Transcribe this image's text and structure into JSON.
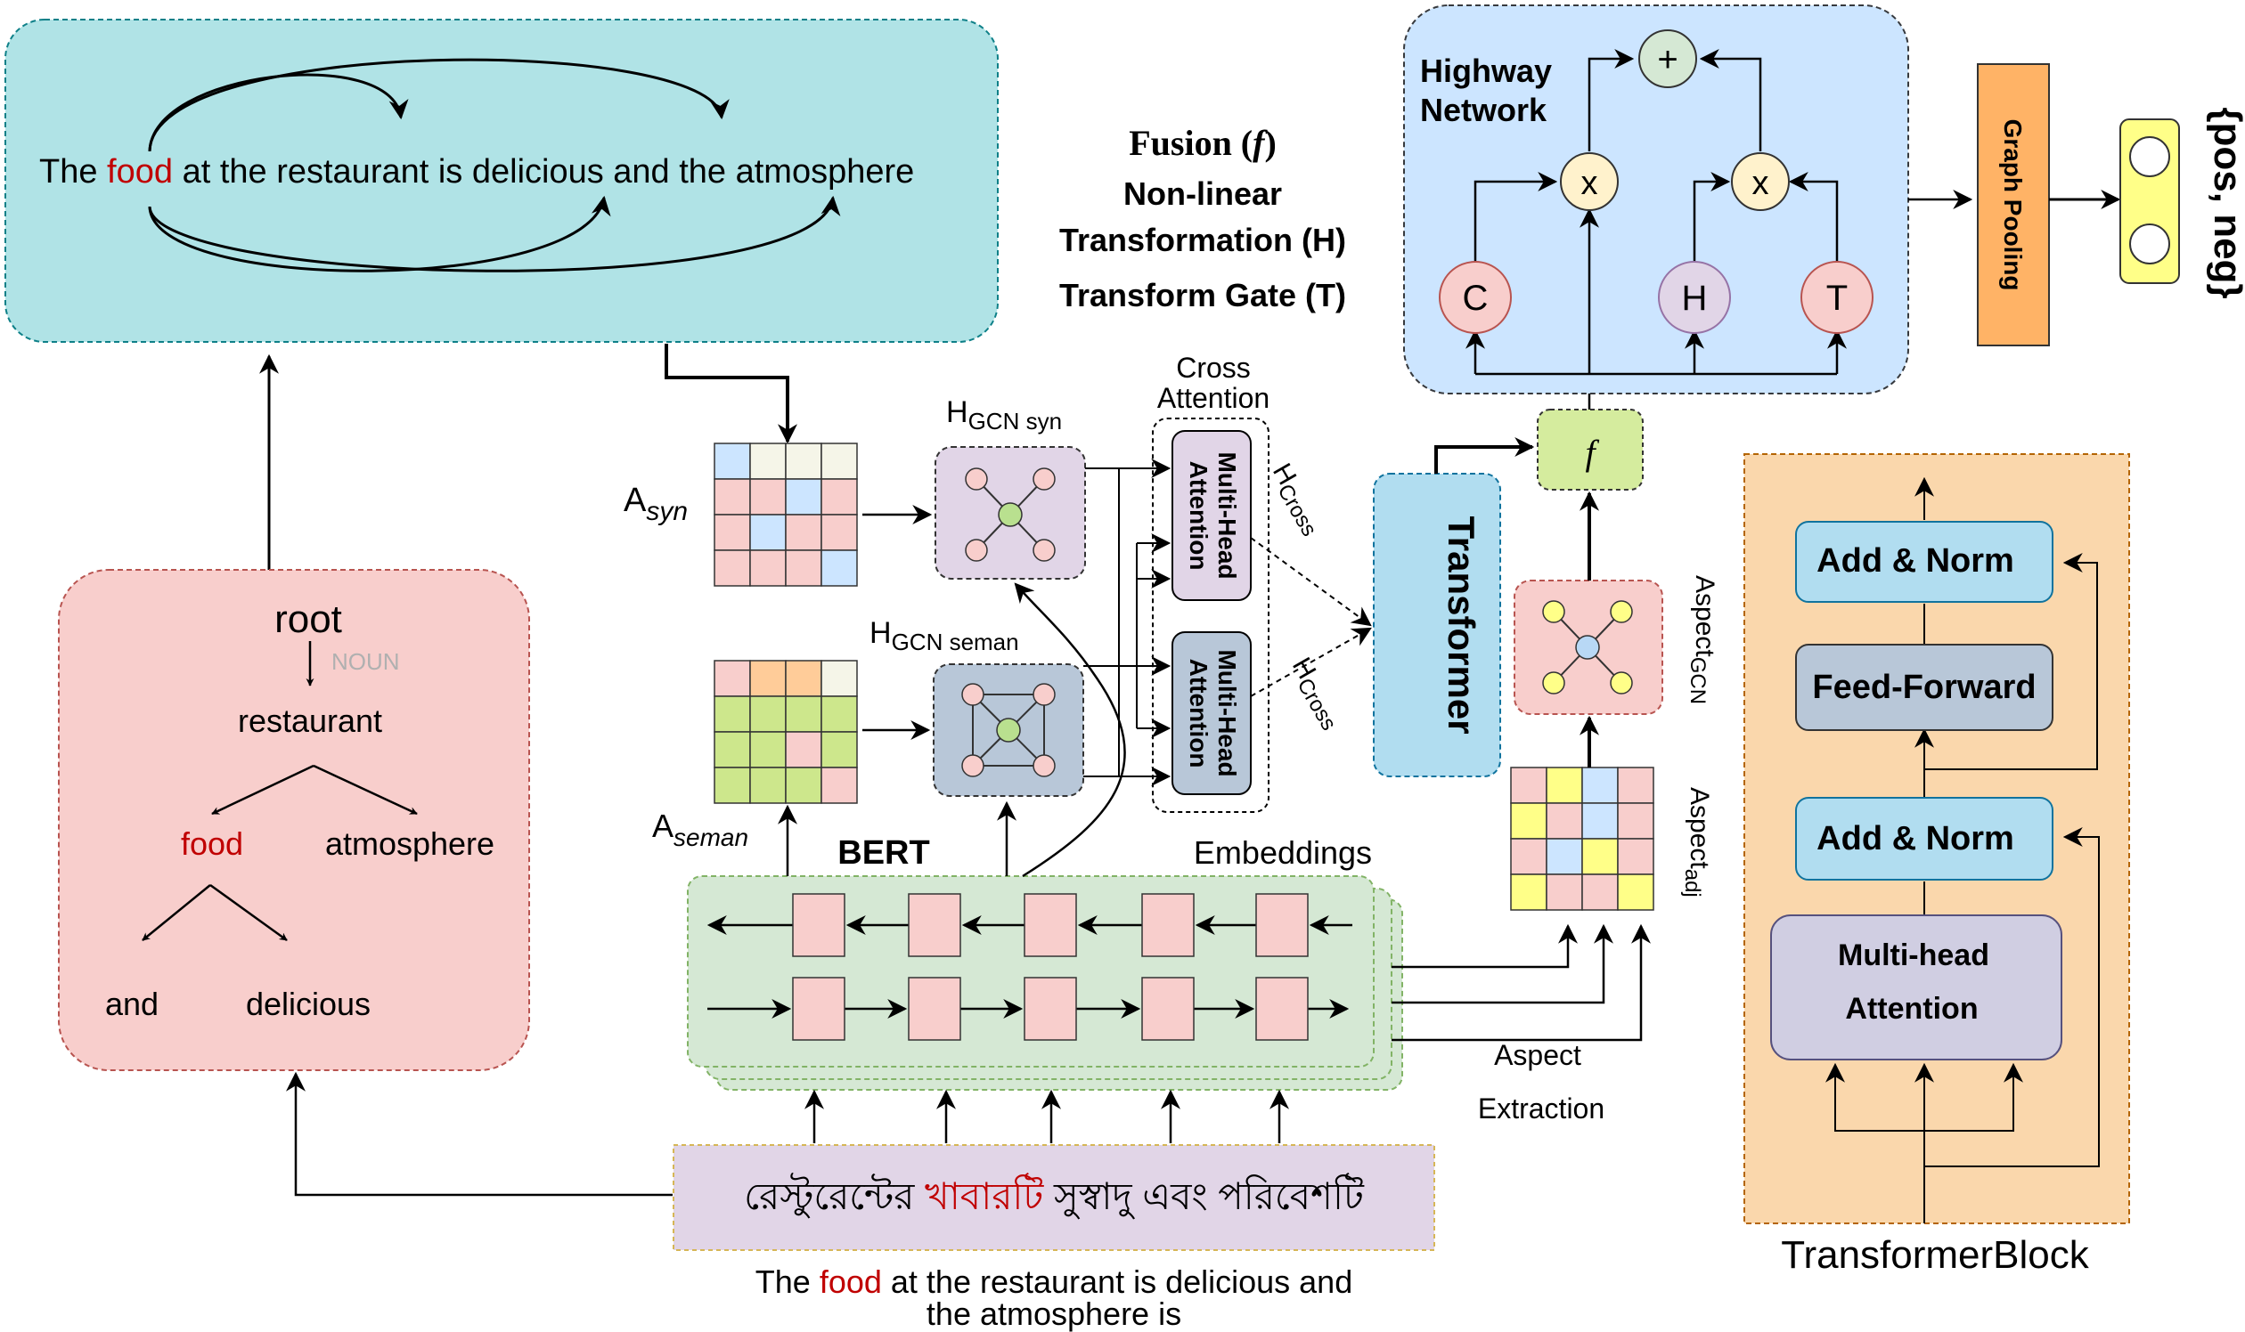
{
  "sentence": {
    "before": "The ",
    "highlight": "food",
    "after": " at the restaurant is delicious and the atmosphere"
  },
  "dep_tree": {
    "root": "root",
    "pos_tag": "NOUN",
    "restaurant": "restaurant",
    "food": "food",
    "atmosphere": "atmosphere",
    "and": "and",
    "delicious": "delicious"
  },
  "bengali": {
    "before": "রেস্টুরেন্টের ",
    "highlight": "খাবারটি",
    "after": " সুস্বাদু এবং পরিবেশটি"
  },
  "translation": {
    "line1_before": "The ",
    "line1_highlight": "food",
    "line1_after": " at the restaurant is delicious and",
    "line2": "the atmosphere is"
  },
  "labels": {
    "a_syn_main": "A",
    "a_syn_sub": "syn",
    "a_seman_main": "A",
    "a_seman_sub": "seman",
    "hgcn_syn_main": "H",
    "hgcn_syn_sub": "GCN syn",
    "hgcn_seman_main": "H",
    "hgcn_seman_sub": "GCN seman",
    "cross_attention_l1": "Cross",
    "cross_attention_l2": "Attention",
    "mha_line1": "Multi-Head",
    "mha_line2": "Attention",
    "hcross_main": "H",
    "hcross_sub": "Cross",
    "bert": "BERT",
    "embeddings": "Embeddings",
    "aspect_extraction_l1": "Aspect",
    "aspect_extraction_l2": "Extraction",
    "aspect_gcn_main": "Aspect",
    "aspect_gcn_sub": "GCN",
    "aspect_adj_main": "Aspect",
    "aspect_adj_sub": "adj",
    "transformer": "Transformer",
    "fusion_symbol": "f",
    "fusion_title": "Fusion (",
    "fusion_title_f": "f",
    "fusion_title_close": ")",
    "nonlinear_l1": "Non-linear",
    "nonlinear_l2": "Transformation (H)",
    "transform_gate": "Transform Gate (T)",
    "highway_l1": "Highway",
    "highway_l2": "Network",
    "plus": "+",
    "times": "x",
    "node_c": "C",
    "node_h": "H",
    "node_t": "T",
    "graph_pooling": "Graph Pooling",
    "output": "{pos, neg}"
  },
  "transformer_block": {
    "title": "TransformerBlock",
    "add_norm": "Add & Norm",
    "feed_forward": "Feed-Forward",
    "mha_l1": "Multi-head",
    "mha_l2": "Attention"
  },
  "colors": {
    "teal_panel": "#b0e3e6",
    "pink_panel": "#f8cecc",
    "blue_panel": "#cce5ff",
    "orange_panel": "#fad7ac",
    "green_panel": "#d5e8d4",
    "purple_panel": "#e1d5e7",
    "highlight_red": "#c00000",
    "matrix_pink": "#f8cecc",
    "matrix_blue": "#cce5ff",
    "matrix_green": "#cde78c",
    "matrix_yellow": "#ffff88",
    "matrix_orange": "#ffcc99"
  }
}
